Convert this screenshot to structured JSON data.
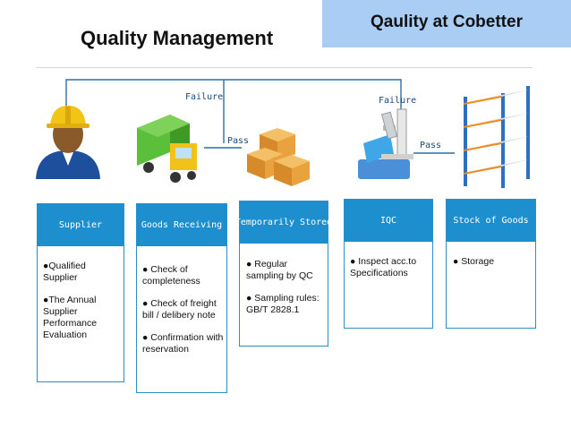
{
  "banner": {
    "text": "Qaulity at Cobetter"
  },
  "title": "Quality Management",
  "flow_labels": {
    "failure_left": "Failure",
    "failure_right": "Failure",
    "pass_left": "Pass",
    "pass_right": "Pass"
  },
  "stages": [
    {
      "title": "Supplier",
      "items": [
        "●Qualified Supplier",
        "●The Annual Supplier Performance Evaluation"
      ]
    },
    {
      "title": "Goods Receiving",
      "items": [
        "● Check of completeness",
        "● Check of freight bill / delibery note",
        "● Confirmation with reservation"
      ]
    },
    {
      "title": "Temporarily Stored",
      "items": [
        "● Regular sampling by QC",
        "● Sampling rules: GB/T 2828.1"
      ]
    },
    {
      "title": "IQC",
      "items": [
        "● Inspect acc.to Specifications"
      ]
    },
    {
      "title": "Stock of Goods",
      "items": [
        "● Storage"
      ]
    }
  ],
  "icons": [
    "worker-icon",
    "truck-icon",
    "boxes-icon",
    "microscope-icon",
    "shelving-icon"
  ],
  "colors": {
    "header_blue": "#1e8fce",
    "border_blue": "#2b8fc9",
    "banner": "#a9cdf5"
  }
}
